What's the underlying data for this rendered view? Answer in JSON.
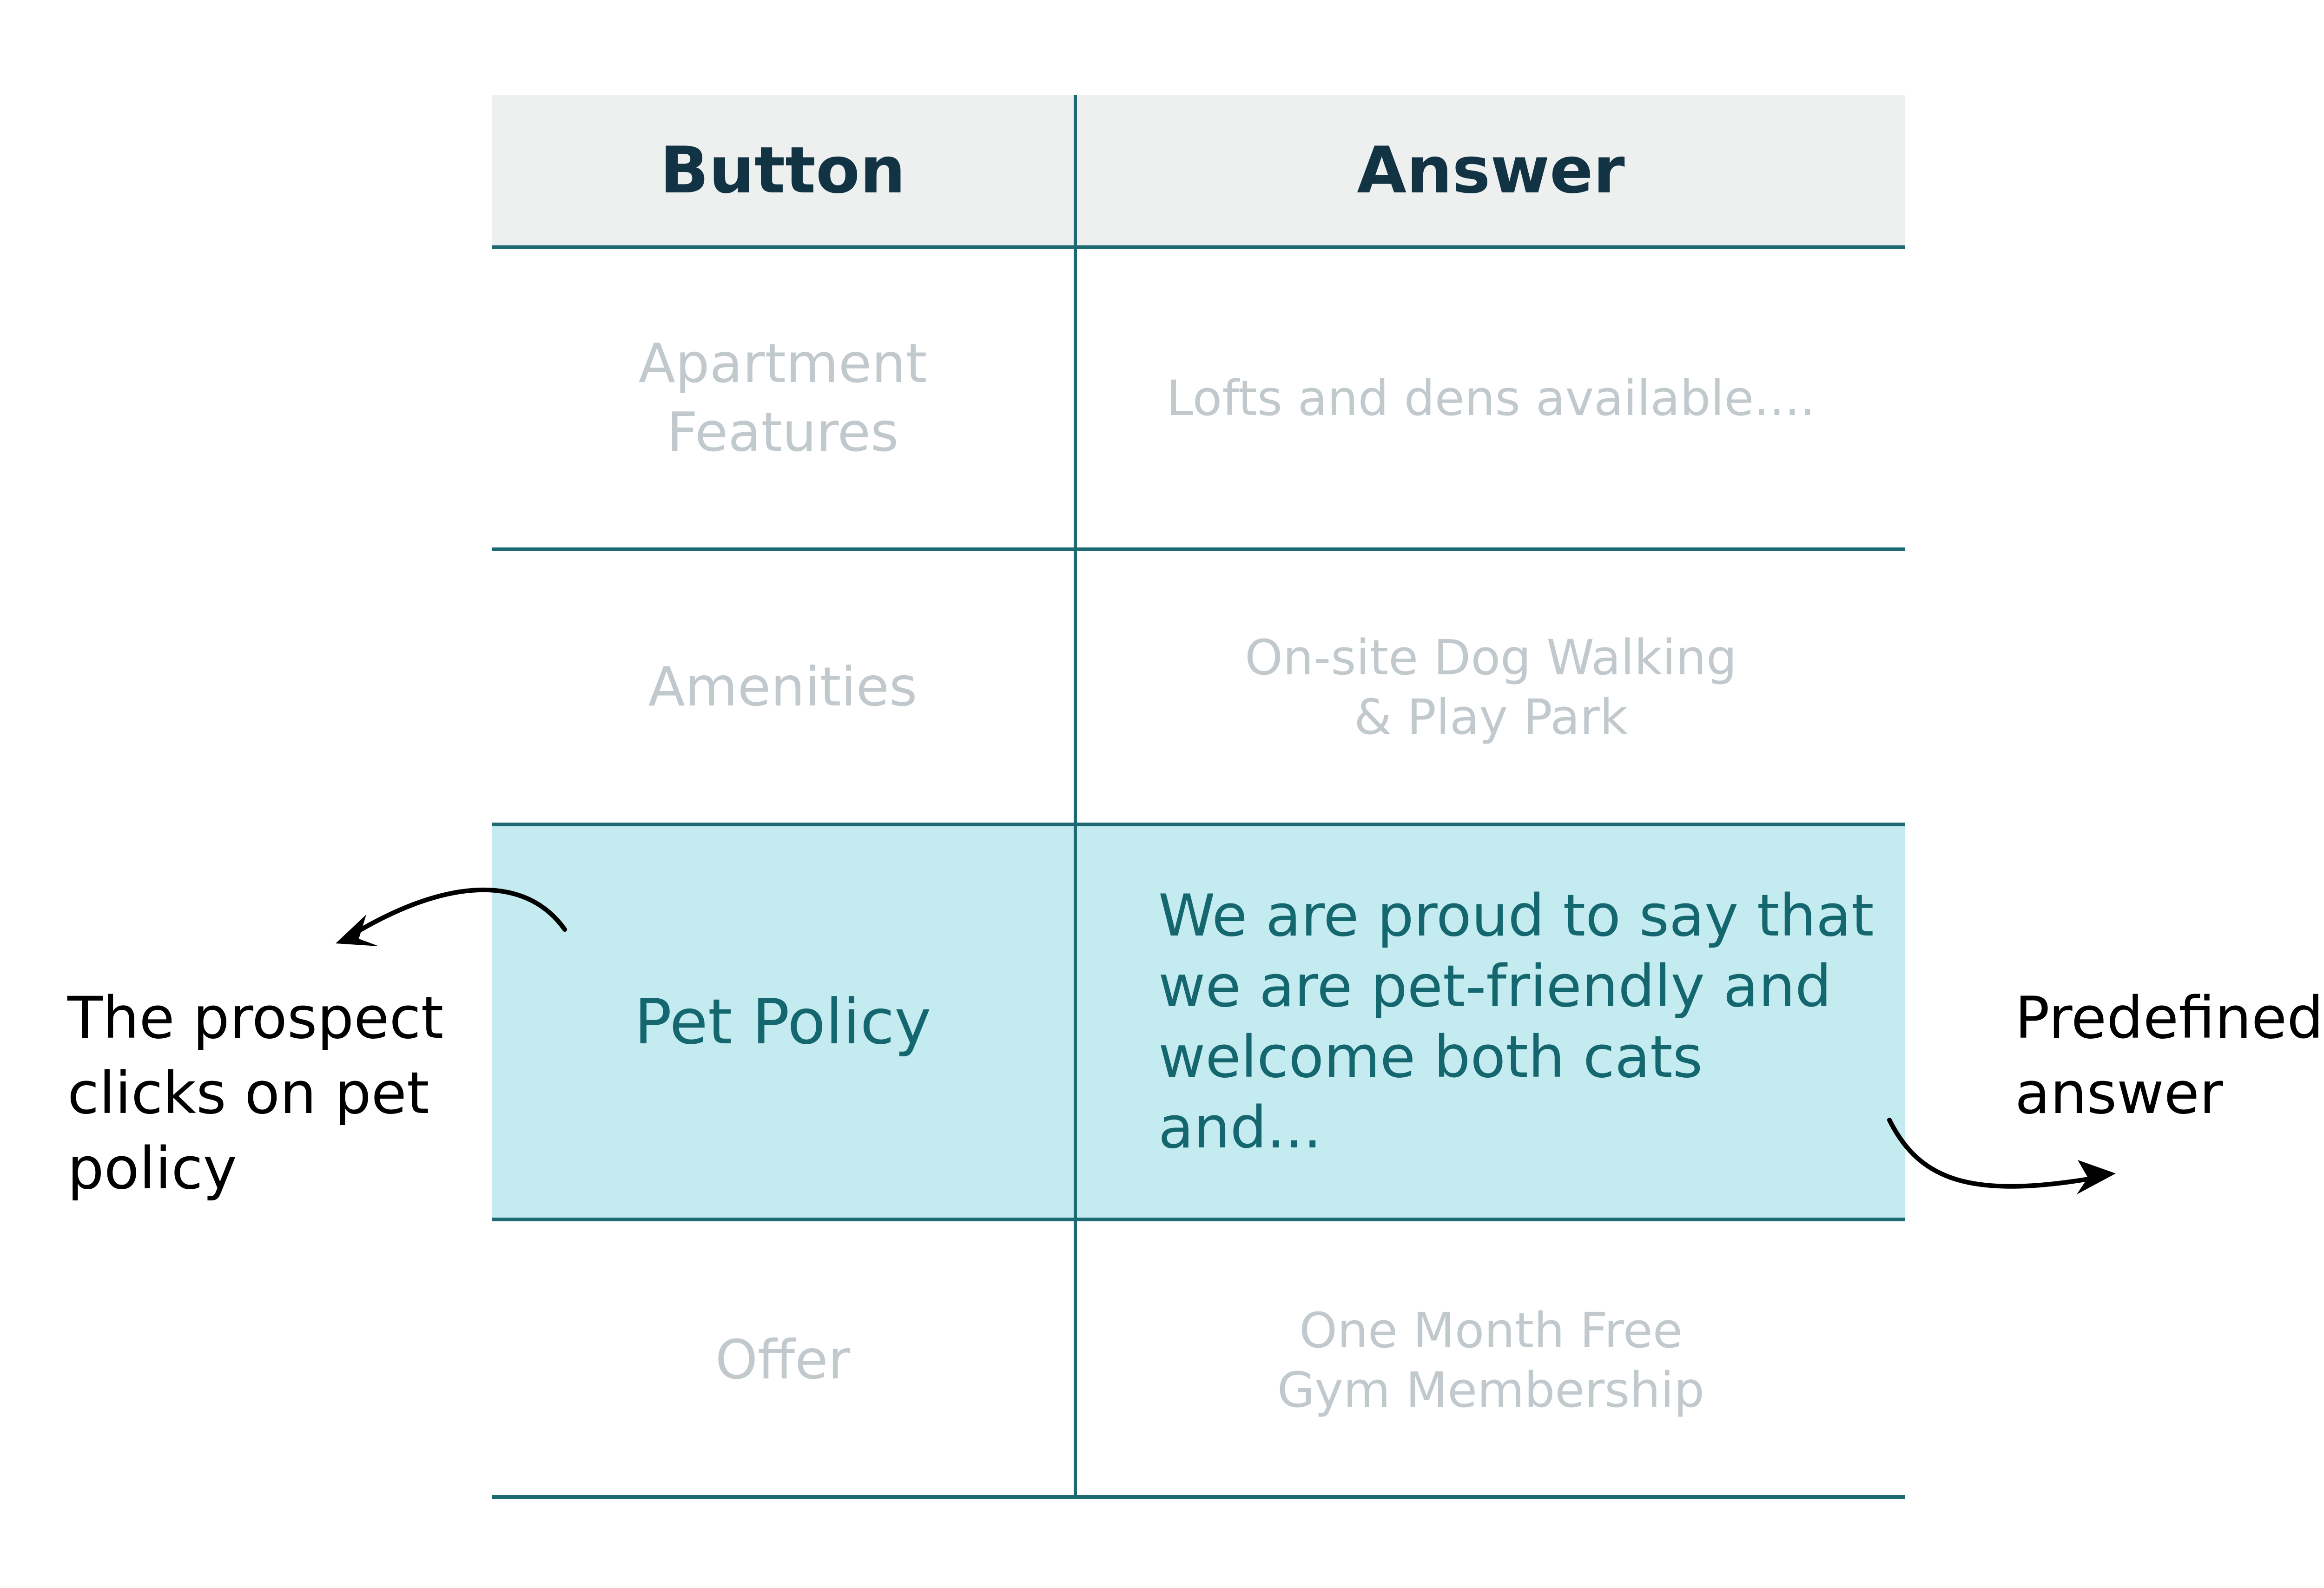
{
  "table": {
    "headers": {
      "button": "Button",
      "answer": "Answer"
    },
    "rows": [
      {
        "button": "Apartment Features",
        "answer": "Lofts and dens available....",
        "highlighted": false
      },
      {
        "button": "Amenities",
        "answer": "On-site Dog Walking & Play Park",
        "highlighted": false
      },
      {
        "button": "Pet Policy",
        "answer": "We are proud to say that we are pet-friendly and welcome both cats and...",
        "highlighted": true
      },
      {
        "button": "Offer",
        "answer": "One Month Free Gym Membership",
        "highlighted": false
      }
    ]
  },
  "annotations": {
    "left": "The prospect clicks on pet policy",
    "right": "Predefined answer"
  },
  "colors": {
    "line": "#1d6a72",
    "header_bg": "#eef0ef",
    "highlight_bg": "#c4ebef",
    "highlight_text": "#15676f",
    "muted_text": "#c2c9cd",
    "header_text": "#123344"
  }
}
